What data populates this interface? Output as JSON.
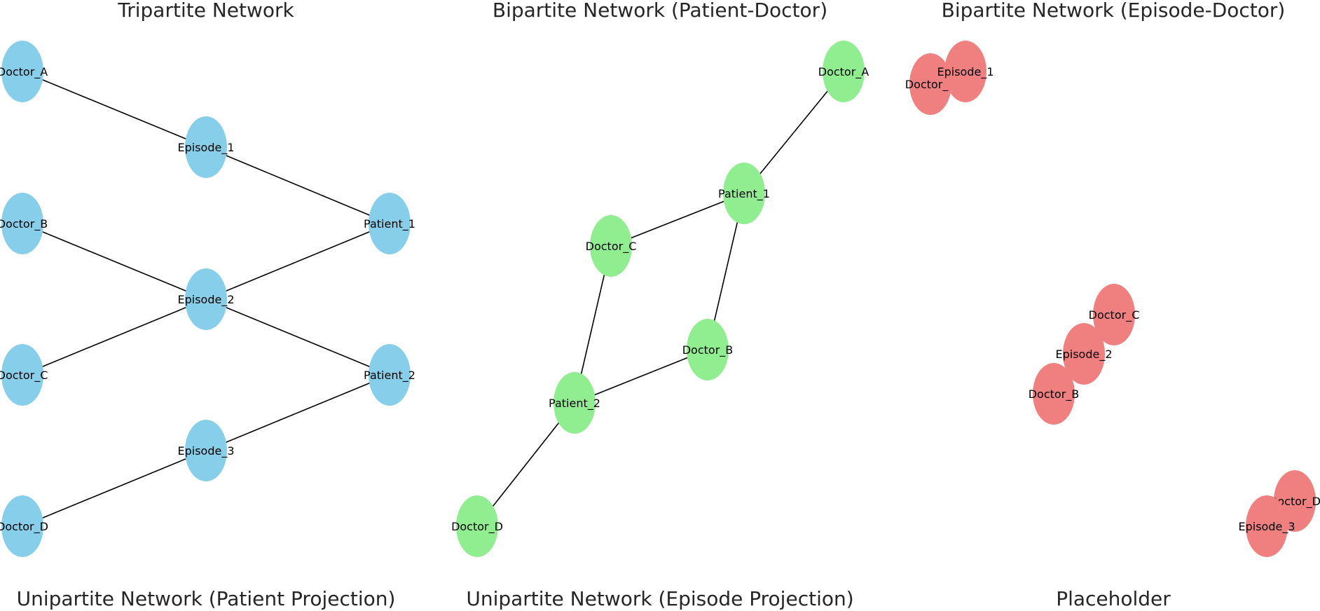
{
  "figure": {
    "panels": [
      {
        "id": "tripartite",
        "title": "Tripartite Network",
        "node_color": "#87ceeb",
        "nodes": [
          "Doctor_A",
          "Doctor_B",
          "Doctor_C",
          "Doctor_D",
          "Episode_1",
          "Episode_2",
          "Episode_3",
          "Patient_1",
          "Patient_2"
        ],
        "edges": [
          [
            "Doctor_A",
            "Episode_1"
          ],
          [
            "Episode_1",
            "Patient_1"
          ],
          [
            "Doctor_B",
            "Episode_2"
          ],
          [
            "Episode_2",
            "Patient_1"
          ],
          [
            "Doctor_C",
            "Episode_2"
          ],
          [
            "Episode_2",
            "Patient_2"
          ],
          [
            "Episode_3",
            "Patient_2"
          ],
          [
            "Doctor_D",
            "Episode_3"
          ]
        ]
      },
      {
        "id": "patient-doctor",
        "title": "Bipartite Network (Patient-Doctor)",
        "node_color": "#90ee90",
        "nodes": [
          "Doctor_A",
          "Patient_1",
          "Doctor_C",
          "Doctor_B",
          "Patient_2",
          "Doctor_D"
        ],
        "edges": [
          [
            "Doctor_A",
            "Patient_1"
          ],
          [
            "Patient_1",
            "Doctor_C"
          ],
          [
            "Patient_1",
            "Doctor_B"
          ],
          [
            "Doctor_C",
            "Patient_2"
          ],
          [
            "Doctor_B",
            "Patient_2"
          ],
          [
            "Patient_2",
            "Doctor_D"
          ]
        ]
      },
      {
        "id": "episode-doctor",
        "title": "Bipartite Network (Episode-Doctor)",
        "node_color": "#f08080",
        "nodes": [
          "Doctor_A",
          "Episode_1",
          "Doctor_C",
          "Episode_2",
          "Doctor_B",
          "Doctor_D",
          "Episode_3"
        ],
        "edges": []
      },
      {
        "id": "patient-projection",
        "title": "Unipartite Network (Patient Projection)",
        "nodes": [],
        "edges": []
      },
      {
        "id": "episode-projection",
        "title": "Unipartite Network (Episode Projection)",
        "nodes": [],
        "edges": []
      },
      {
        "id": "placeholder",
        "title": "Placeholder",
        "nodes": [],
        "edges": []
      }
    ]
  }
}
